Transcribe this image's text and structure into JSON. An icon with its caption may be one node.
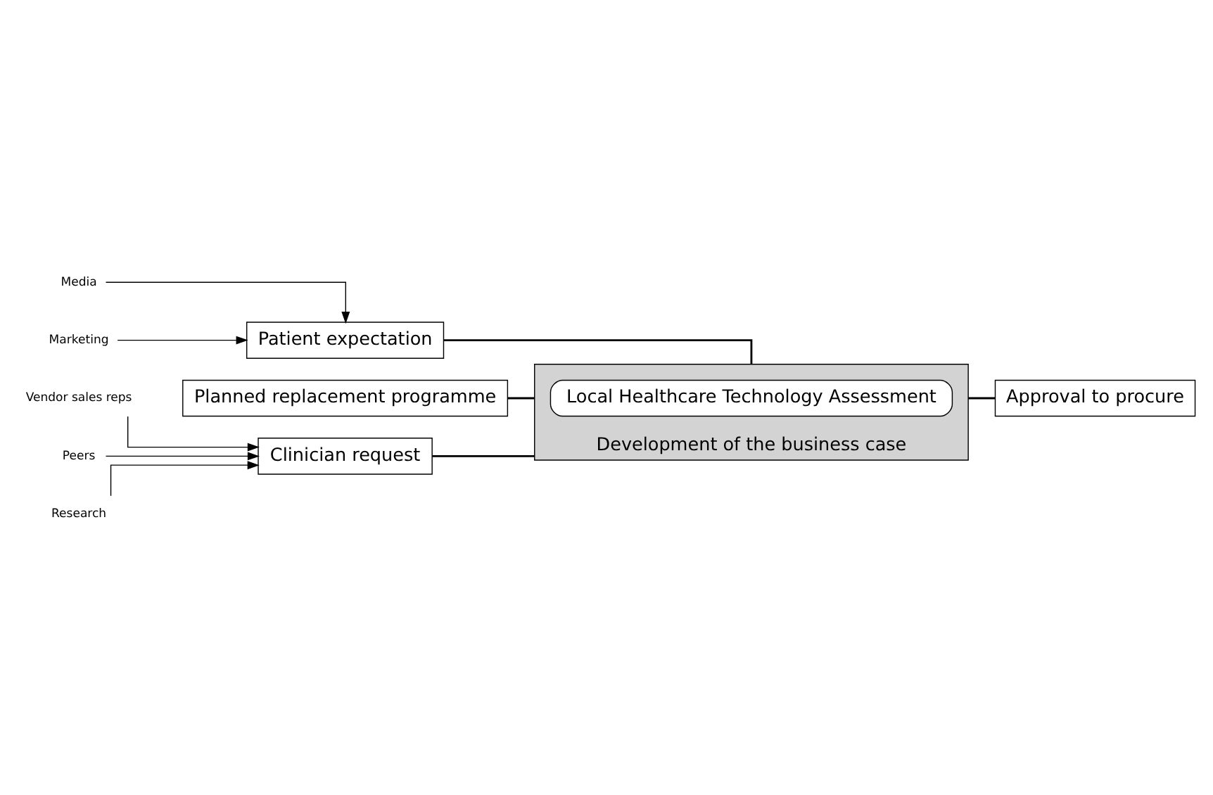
{
  "diagram": {
    "nodes": [
      {
        "text": [
          "Media"
        ]
      },
      {
        "text": [
          "Marketing"
        ]
      },
      {
        "text": [
          "Patient expectation"
        ]
      },
      {
        "text": [
          "Planned replacement programme"
        ]
      },
      {
        "text": [
          "Clinician request"
        ]
      },
      {
        "text": [
          "Development of the business case"
        ]
      },
      {
        "text": [
          "Local Healthcare Technology Assessment"
        ],
        "in": 5
      },
      {
        "text": [
          "Approval to procure"
        ]
      },
      {
        "text": [
          "Vendor sales reps"
        ]
      },
      {
        "text": [
          "Peers"
        ]
      },
      {
        "text": [
          "Research"
        ]
      }
    ],
    "edges": [
      {
        "from": 0,
        "to": 2,
        "arrow": "to"
      },
      {
        "from": 1,
        "to": 2,
        "arrow": "to"
      },
      {
        "from": 2,
        "to": 5,
        "arrow": "none"
      },
      {
        "from": 3,
        "to": 5,
        "arrow": "none"
      },
      {
        "from": 4,
        "to": 5,
        "arrow": "none"
      },
      {
        "from": 5,
        "to": 7,
        "arrow": "none"
      },
      {
        "from": 8,
        "to": 4,
        "arrow": "to"
      },
      {
        "from": 9,
        "to": 4,
        "arrow": "to"
      },
      {
        "from": 10,
        "to": 4,
        "arrow": "to"
      }
    ]
  }
}
